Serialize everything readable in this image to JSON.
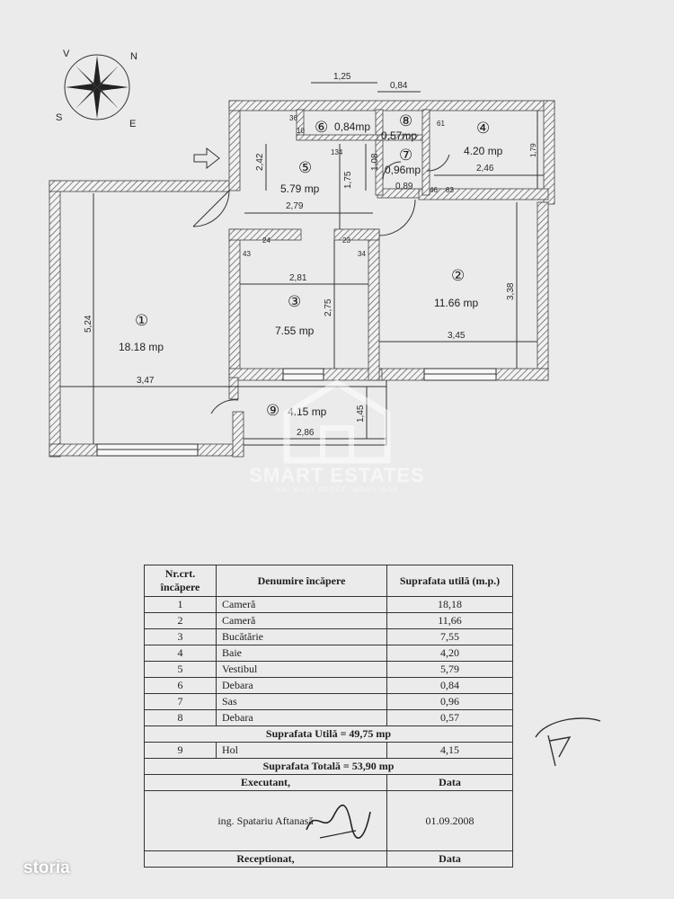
{
  "compass": {
    "n": "N",
    "e": "E",
    "s": "S",
    "v": "V"
  },
  "dimensions": {
    "d_1_25": "1,25",
    "d_0_84": "0,84",
    "d_2_42": "2,42",
    "d_1_08": "1,08",
    "d_1_75": "1,75",
    "d_2_79": "2,79",
    "d_134": "134",
    "d_36": "36",
    "d_10": "10",
    "d_0_89": "0,89",
    "d_2_46": "2,46",
    "d_1_79": "1,79",
    "d_61": "61",
    "d_83": "83",
    "d_46": "46",
    "d_43": "43",
    "d_24": "24",
    "d_23": "23",
    "d_34": "34",
    "d_2_81": "2,81",
    "d_2_75": "2,75",
    "d_3_38": "3,38",
    "d_3_45": "3,45",
    "d_5_24": "5,24",
    "d_3_47": "3,47",
    "d_1_45": "1,45",
    "d_2_86": "2,86"
  },
  "rooms": [
    {
      "num": "①",
      "area": "18.18 mp"
    },
    {
      "num": "②",
      "area": "11.66 mp"
    },
    {
      "num": "③",
      "area": "7.55 mp"
    },
    {
      "num": "④",
      "area": "4.20 mp"
    },
    {
      "num": "⑤",
      "area": "5.79 mp"
    },
    {
      "num": "⑥",
      "area": "0,84mp"
    },
    {
      "num": "⑦",
      "area": "0,96mp"
    },
    {
      "num": "⑧",
      "area": "0,57mp"
    },
    {
      "num": "⑨",
      "area": "4.15 mp"
    }
  ],
  "watermark": {
    "title": "SMART ESTATES",
    "subtitle": "MAI MULT DECÂT IMOBILIARE"
  },
  "table": {
    "headers": [
      "Nr.crt. încăpere",
      "Denumire încăpere",
      "Suprafata utilă (m.p.)"
    ],
    "rows": [
      [
        "1",
        "Cameră",
        "18,18"
      ],
      [
        "2",
        "Cameră",
        "11,66"
      ],
      [
        "3",
        "Bucătărie",
        "7,55"
      ],
      [
        "4",
        "Baie",
        "4,20"
      ],
      [
        "5",
        "Vestibul",
        "5,79"
      ],
      [
        "6",
        "Debara",
        "0,84"
      ],
      [
        "7",
        "Sas",
        "0,96"
      ],
      [
        "8",
        "Debara",
        "0,57"
      ]
    ],
    "useful_total": "Suprafata Utilă = 49,75 mp",
    "row9": [
      "9",
      "Hol",
      "4,15"
    ],
    "grand_total": "Suprafata Totală = 53,90 mp",
    "executant_label": "Executant,",
    "date_label": "Data",
    "engineer": "ing. Spatariu Aftanasă",
    "date": "01.09.2008",
    "receptionat_label": "Receptionat,",
    "date_label_2": "Data"
  },
  "storia": "storia",
  "colors": {
    "paper": "#ebebeb",
    "wall_hatch": "#555555",
    "ink": "#1e1e1e"
  }
}
